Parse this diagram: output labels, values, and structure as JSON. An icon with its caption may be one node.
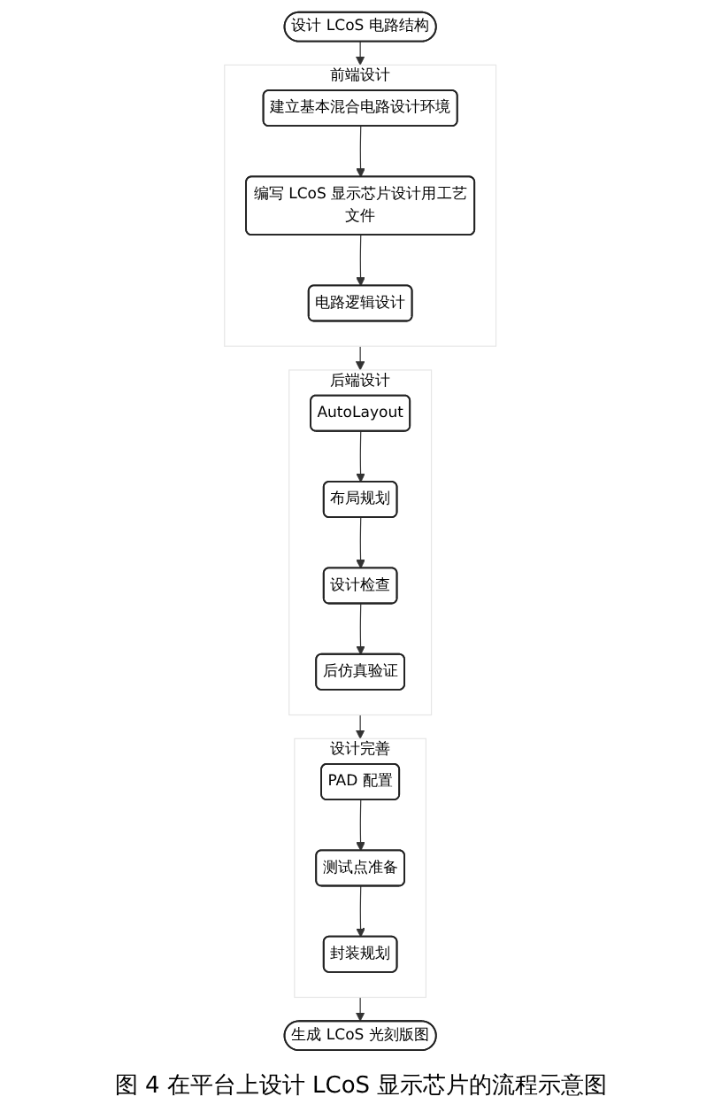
{
  "diagram": {
    "caption": "图 4 在平台上设计 LCoS 显示芯片的流程示意图",
    "nodes": [
      {
        "text": [
          "设计 LCoS 电路结构"
        ]
      },
      {
        "text": [
          "前端设计"
        ]
      },
      {
        "text": [
          "建立基本混合电路设计环境"
        ],
        "in": 1
      },
      {
        "text": [
          "编写 LCoS 显示芯片设计用工艺文件"
        ],
        "in": 1
      },
      {
        "text": [
          "电路逻辑设计"
        ],
        "in": 1
      },
      {
        "text": [
          "后端设计"
        ]
      },
      {
        "text": [
          "AutoLayout"
        ],
        "in": 5
      },
      {
        "text": [
          "布局规划"
        ],
        "in": 5
      },
      {
        "text": [
          "设计检查"
        ],
        "in": 5
      },
      {
        "text": [
          "后仿真验证"
        ],
        "in": 5
      },
      {
        "text": [
          "设计完善"
        ]
      },
      {
        "text": [
          "PAD 配置"
        ],
        "in": 10
      },
      {
        "text": [
          "测试点准备"
        ],
        "in": 10
      },
      {
        "text": [
          "封装规划"
        ],
        "in": 10
      },
      {
        "text": [
          "生成 LCoS 光刻版图"
        ]
      }
    ],
    "edges": [
      {
        "from": 0,
        "to": 1,
        "arrow": "to"
      },
      {
        "from": 2,
        "to": 3,
        "arrow": "to"
      },
      {
        "from": 3,
        "to": 4,
        "arrow": "to"
      },
      {
        "from": 1,
        "to": 5,
        "arrow": "to"
      },
      {
        "from": 6,
        "to": 7,
        "arrow": "to"
      },
      {
        "from": 7,
        "to": 8,
        "arrow": "to"
      },
      {
        "from": 8,
        "to": 9,
        "arrow": "to"
      },
      {
        "from": 5,
        "to": 10,
        "arrow": "to"
      },
      {
        "from": 11,
        "to": 12,
        "arrow": "to"
      },
      {
        "from": 12,
        "to": 13,
        "arrow": "to"
      },
      {
        "from": 10,
        "to": 14,
        "arrow": "to"
      }
    ]
  }
}
